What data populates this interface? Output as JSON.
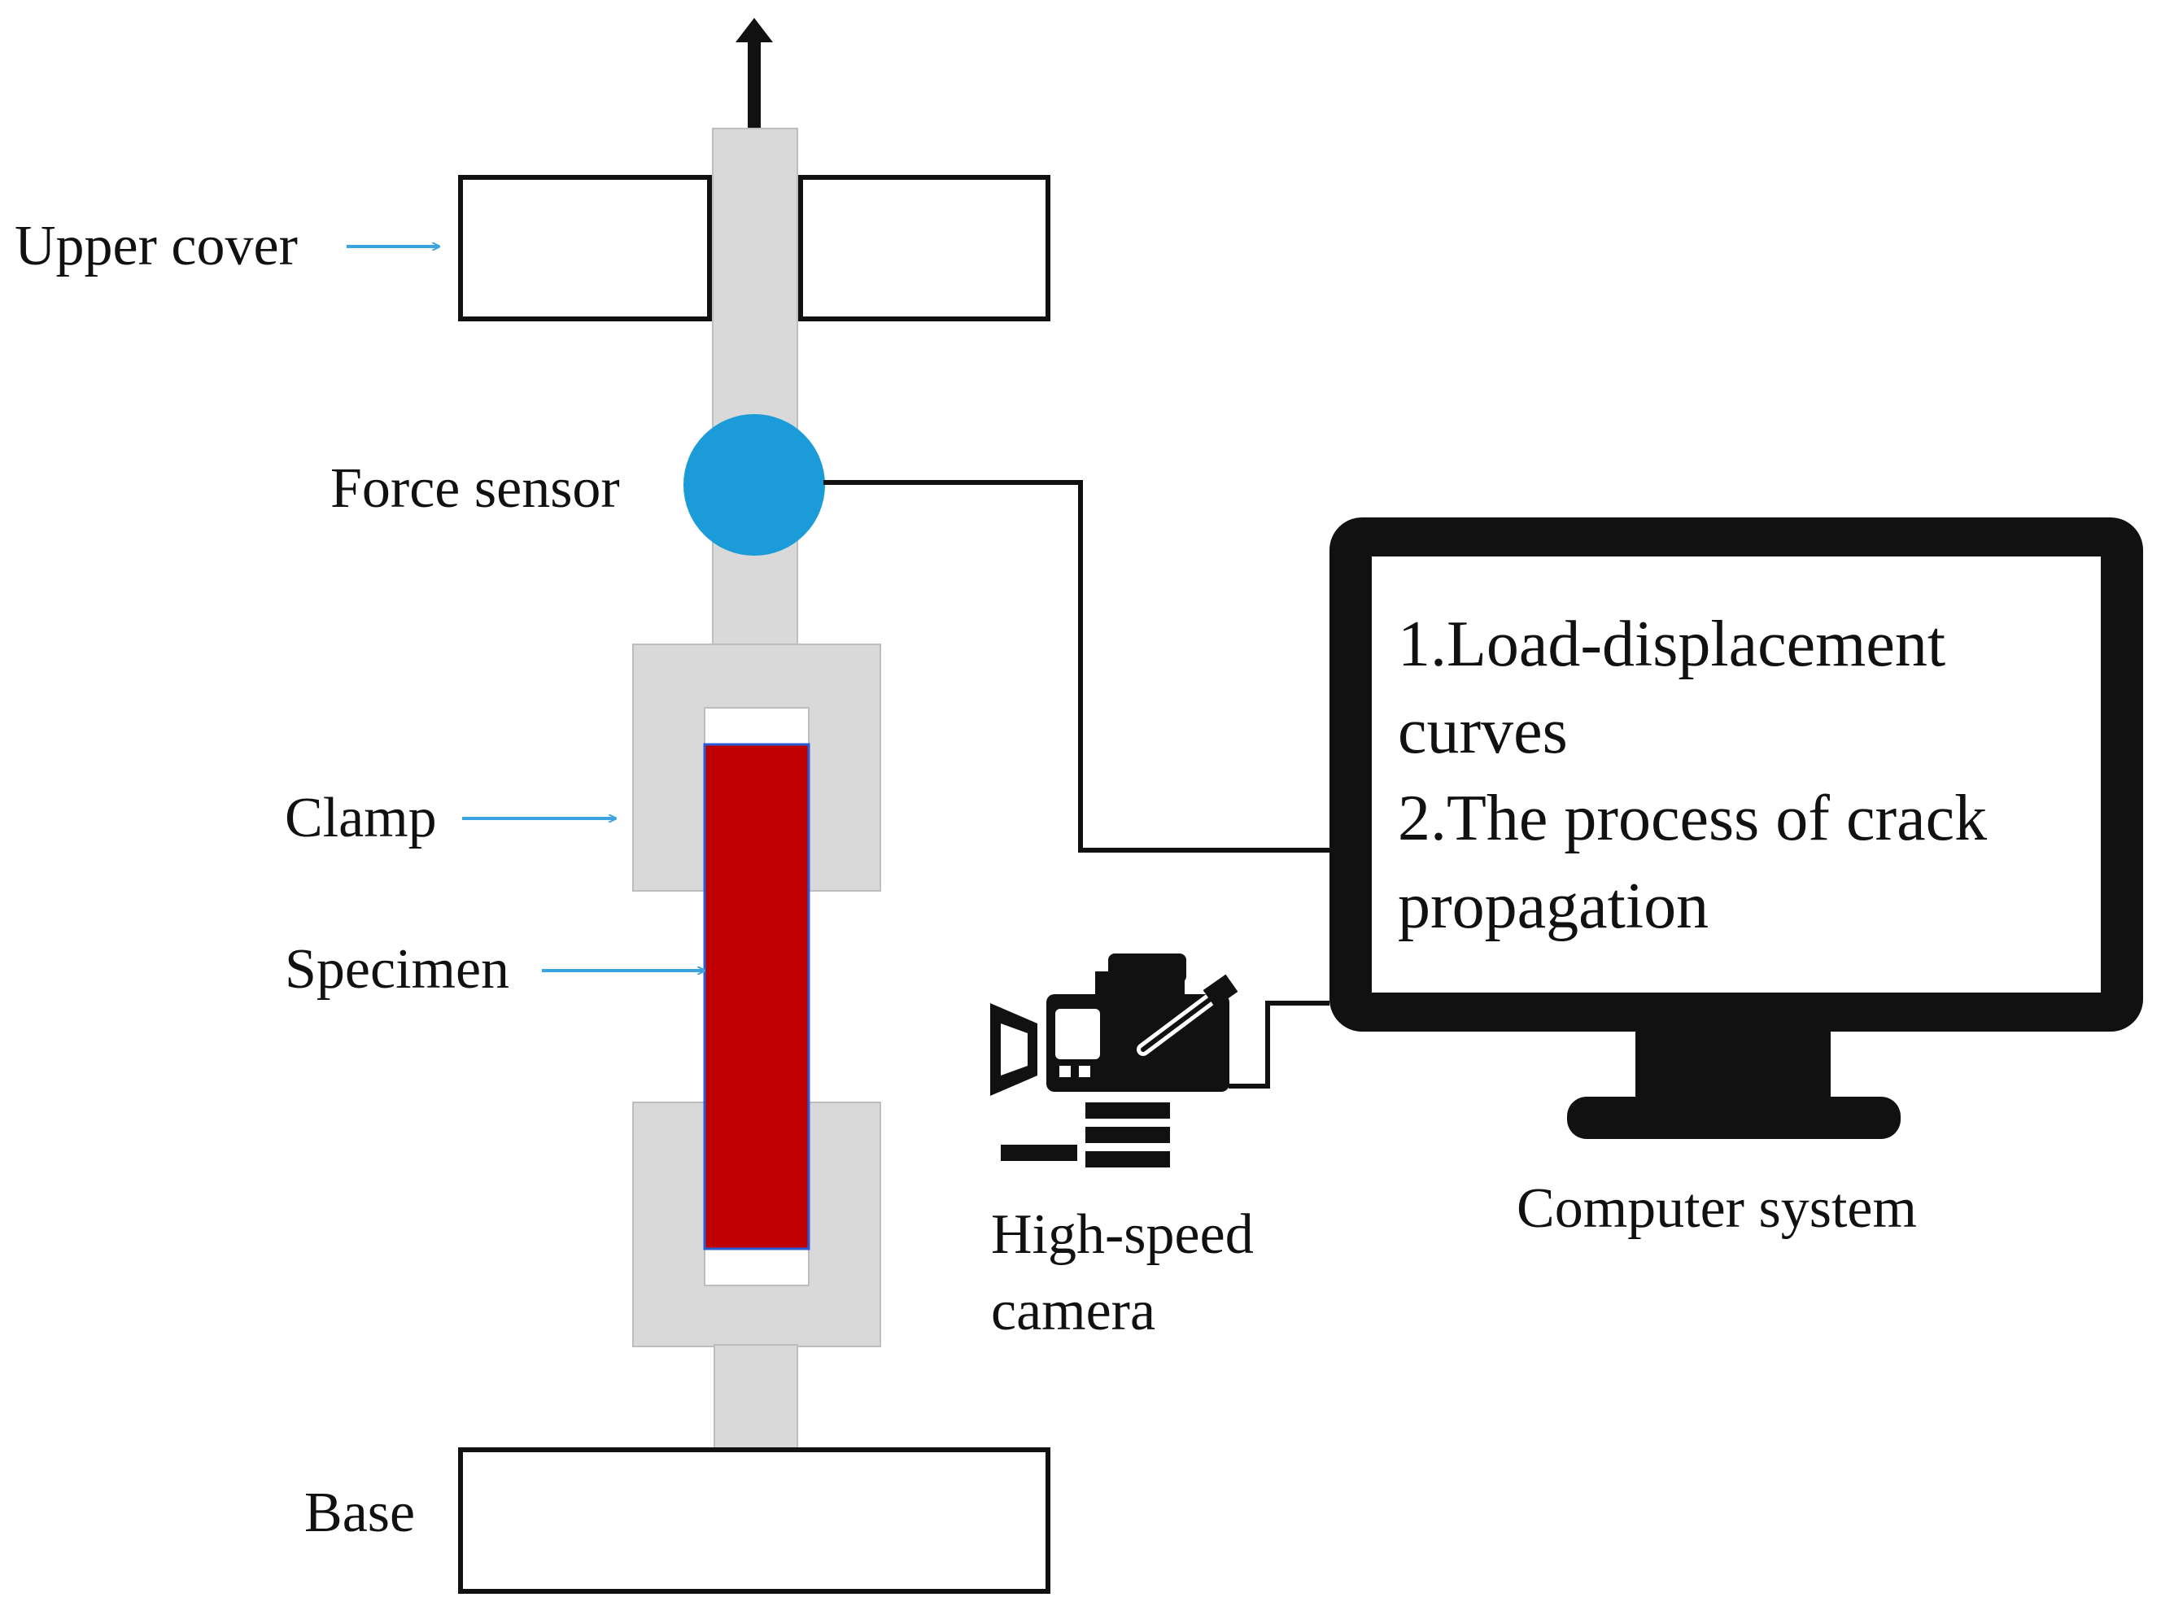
{
  "labels": {
    "upper_cover": "Upper cover",
    "force_sensor": "Force sensor",
    "clamp": "Clamp",
    "specimen": "Specimen",
    "base": "Base",
    "camera_line1": "High-speed",
    "camera_line2": "camera",
    "computer": "Computer system"
  },
  "screen": {
    "line1": "1.Load-displacement",
    "line2": "curves",
    "line3": "2.The process of crack",
    "line4": "propagation"
  },
  "colors": {
    "rod": "#d9d9d9",
    "sensor": "#1b9bd8",
    "specimen": "#c00000",
    "arrow": "#3aa3e0",
    "outline": "#111111"
  },
  "icons": {
    "camera": "video-camera-icon",
    "computer": "monitor-icon",
    "pull": "up-arrow-icon"
  }
}
